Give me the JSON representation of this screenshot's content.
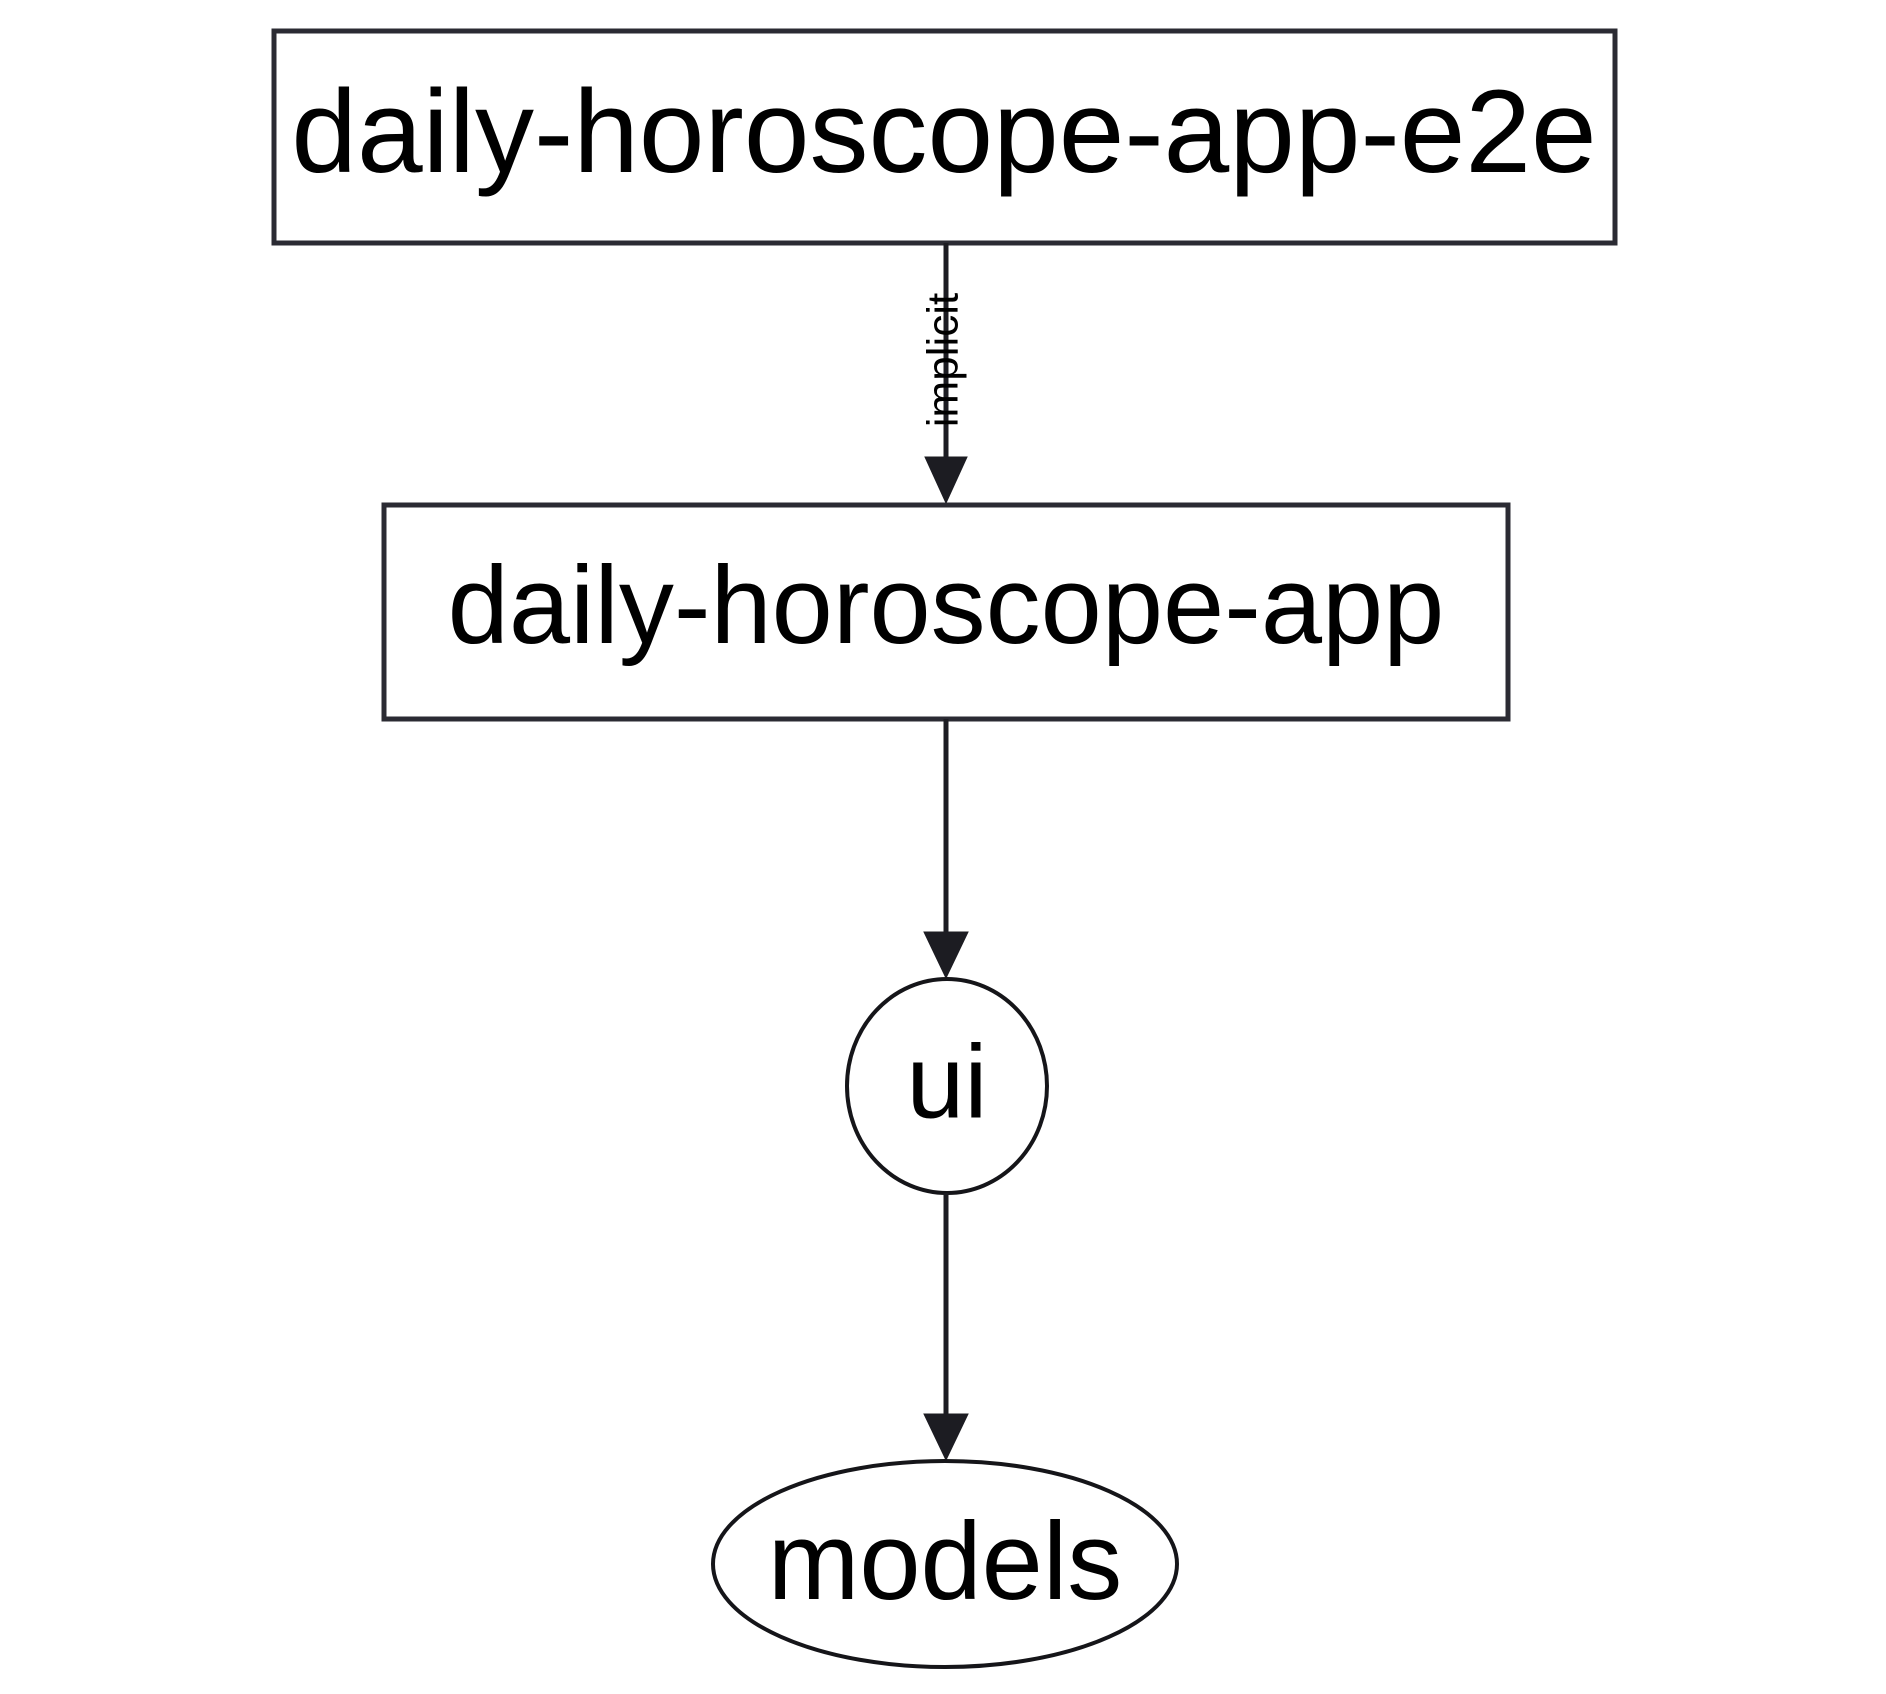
{
  "diagram": {
    "type": "dependency-graph",
    "orientation": "top-to-bottom",
    "background_color": "#ffffff",
    "stroke_color": "#1c1c22",
    "text_color": "#000000",
    "nodes": [
      {
        "id": "daily-horoscope-app-e2e",
        "label": "daily-horoscope-app-e2e",
        "shape": "rectangle"
      },
      {
        "id": "daily-horoscope-app",
        "label": "daily-horoscope-app",
        "shape": "rectangle"
      },
      {
        "id": "ui",
        "label": "ui",
        "shape": "ellipse"
      },
      {
        "id": "models",
        "label": "models",
        "shape": "ellipse"
      }
    ],
    "edges": [
      {
        "from": "daily-horoscope-app-e2e",
        "to": "daily-horoscope-app",
        "label": "implicit",
        "arrow": "filled-triangle"
      },
      {
        "from": "daily-horoscope-app",
        "to": "ui",
        "label": "",
        "arrow": "filled-triangle"
      },
      {
        "from": "ui",
        "to": "models",
        "label": "",
        "arrow": "filled-triangle"
      }
    ]
  }
}
